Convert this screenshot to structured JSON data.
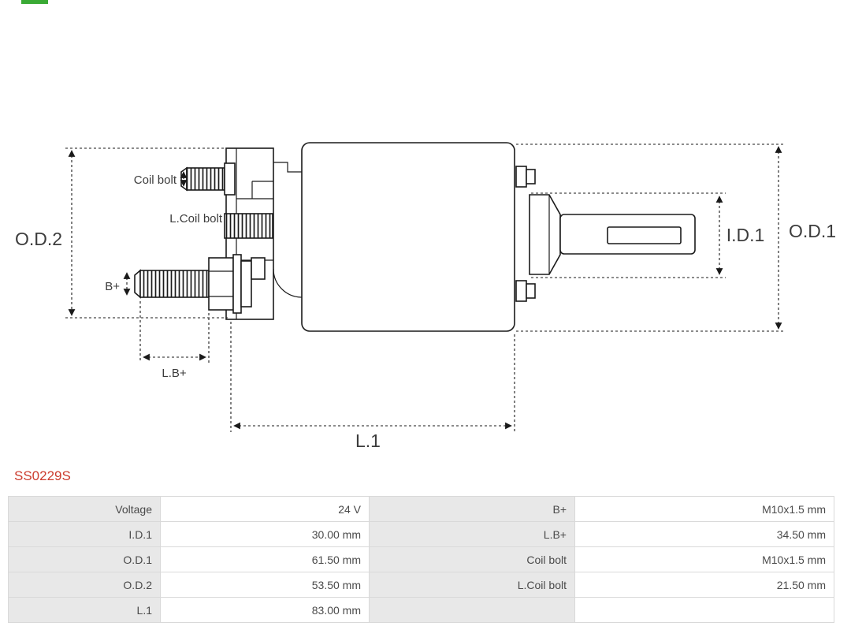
{
  "page": {
    "part_number": "SS0229S",
    "accent_color": "#cc3c2e",
    "logo_color": "#3aaa35"
  },
  "diagram": {
    "labels": {
      "od2": "O.D.2",
      "od1": "O.D.1",
      "id1": "I.D.1",
      "l1": "L.1",
      "lb_plus": "L.B+",
      "b_plus": "B+",
      "coil_bolt": "Coil bolt",
      "l_coil_bolt": "L.Coil bolt"
    }
  },
  "table": {
    "rows": [
      {
        "c0": "Voltage",
        "c1": "24 V",
        "c2": "B+",
        "c3": "M10x1.5 mm"
      },
      {
        "c0": "I.D.1",
        "c1": "30.00 mm",
        "c2": "L.B+",
        "c3": "34.50 mm"
      },
      {
        "c0": "O.D.1",
        "c1": "61.50 mm",
        "c2": "Coil bolt",
        "c3": "M10x1.5 mm"
      },
      {
        "c0": "O.D.2",
        "c1": "53.50 mm",
        "c2": "L.Coil bolt",
        "c3": "21.50 mm"
      },
      {
        "c0": "L.1",
        "c1": "83.00 mm",
        "c2": "",
        "c3": ""
      }
    ]
  }
}
